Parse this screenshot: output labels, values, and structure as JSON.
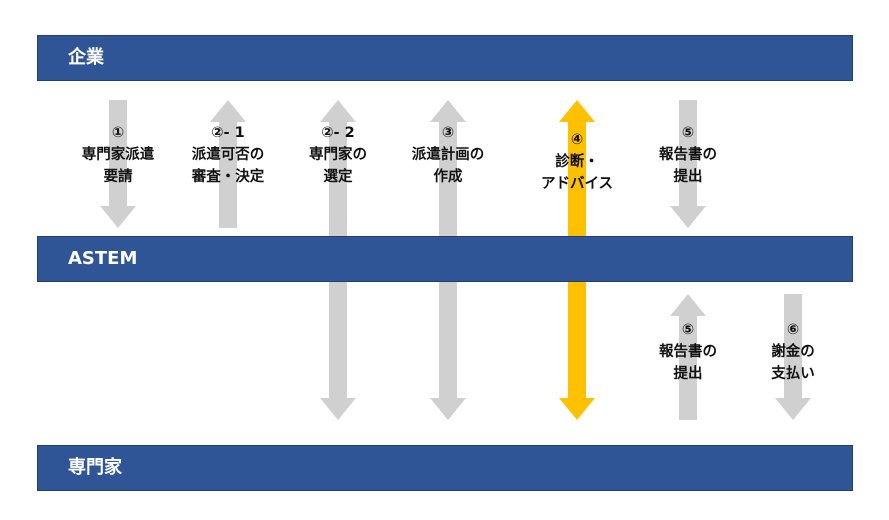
{
  "colors": {
    "band": "#2F5597",
    "arrow": "#D0D0D0",
    "highlight": "#FFC000"
  },
  "bands": {
    "company": "企業",
    "astem": "ASTEM",
    "expert": "専門家"
  },
  "steps": [
    {
      "id": "s1",
      "num": "①",
      "lines": [
        "専門家派遣",
        "要請"
      ],
      "direction": "down",
      "span": "company-astem",
      "highlight": false
    },
    {
      "id": "s2-1",
      "num": "②- 1",
      "lines": [
        "派遣可否の",
        "審査・決定"
      ],
      "direction": "up",
      "span": "company-astem",
      "highlight": false
    },
    {
      "id": "s2-2",
      "num": "②- 2",
      "lines": [
        "専門家の",
        "選定"
      ],
      "direction": "both",
      "span": "company-expert",
      "highlight": false
    },
    {
      "id": "s3",
      "num": "③",
      "lines": [
        "派遣計画の",
        "作成"
      ],
      "direction": "both",
      "span": "company-expert",
      "highlight": false
    },
    {
      "id": "s4",
      "num": "④",
      "lines": [
        "診断・",
        "アドバイス"
      ],
      "direction": "both",
      "span": "company-expert",
      "highlight": true
    },
    {
      "id": "s5a",
      "num": "⑤",
      "lines": [
        "報告書の",
        "提出"
      ],
      "direction": "down",
      "span": "company-astem",
      "highlight": false
    },
    {
      "id": "s5b",
      "num": "⑤",
      "lines": [
        "報告書の",
        "提出"
      ],
      "direction": "up",
      "span": "astem-expert",
      "highlight": false
    },
    {
      "id": "s6",
      "num": "⑥",
      "lines": [
        "謝金の",
        "支払い"
      ],
      "direction": "down",
      "span": "astem-expert",
      "highlight": false
    }
  ]
}
